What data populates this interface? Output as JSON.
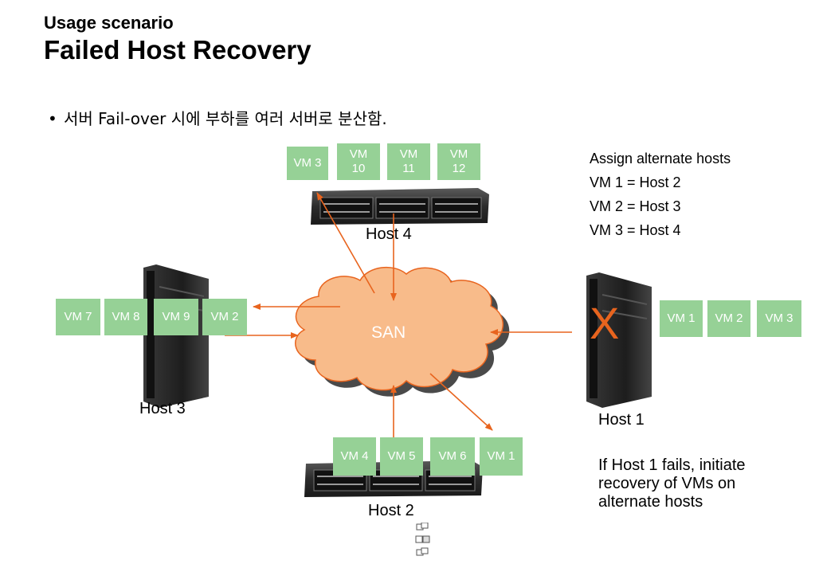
{
  "header": {
    "subtitle": "Usage scenario",
    "title": "Failed Host Recovery"
  },
  "bullet": {
    "marker": "•",
    "text": "서버 Fail-over 시에 부하를 여러 서버로 분산함."
  },
  "san": {
    "label": "SAN"
  },
  "hosts": {
    "host1": {
      "label": "Host 1",
      "vms": [
        "VM 1",
        "VM 2",
        "VM 3"
      ],
      "status": "X"
    },
    "host2": {
      "label": "Host 2",
      "vms": [
        "VM 4",
        "VM 5",
        "VM 6",
        "VM 1"
      ]
    },
    "host3": {
      "label": "Host 3",
      "vms": [
        "VM 7",
        "VM 8",
        "VM 9",
        "VM 2"
      ]
    },
    "host4": {
      "label": "Host 4",
      "vms": [
        "VM 3",
        "VM\n10",
        "VM\n11",
        "VM\n12"
      ]
    }
  },
  "assign": {
    "heading": "Assign alternate hosts",
    "lines": [
      "VM 1 = Host 2",
      "VM 2 = Host 3",
      "VM 3 = Host 4"
    ]
  },
  "note": {
    "text": "If Host 1 fails, initiate recovery of VMs on alternate hosts"
  },
  "colors": {
    "vm_box": "#96d196",
    "arrow": "#e8641e",
    "cloud_fill": "#f8bb8a",
    "cloud_stroke": "#e8641e"
  }
}
